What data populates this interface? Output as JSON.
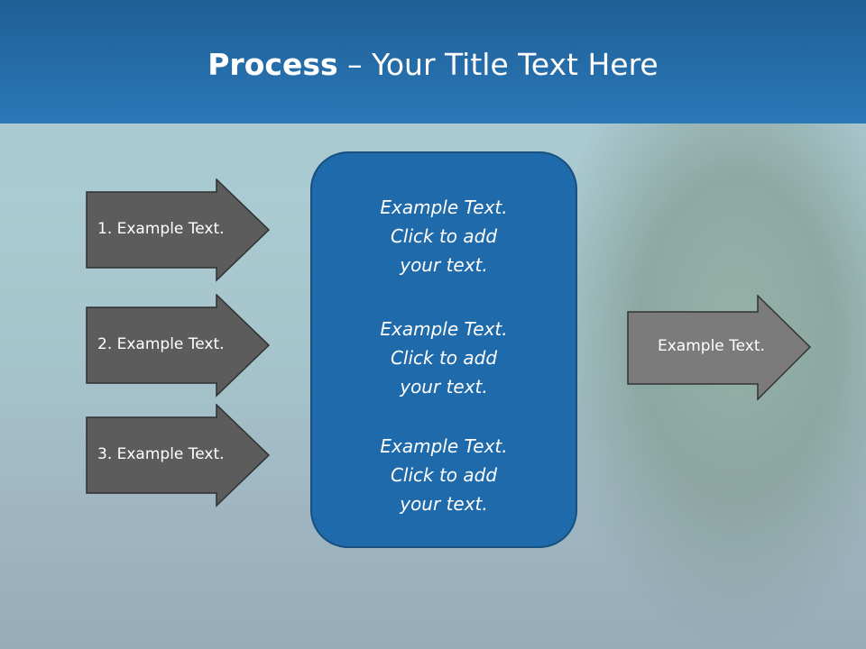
{
  "slide": {
    "title_bold": "Process",
    "title_rest": " – Your Title Text Here"
  },
  "left_arrows": [
    {
      "label": "1. Example Text."
    },
    {
      "label": "2. Example Text."
    },
    {
      "label": "3. Example Text."
    }
  ],
  "center": {
    "blocks": [
      {
        "line1": "Example Text.",
        "line2": "Click  to add",
        "line3": "your text."
      },
      {
        "line1": "Example Text.",
        "line2": "Click  to add",
        "line3": "your text."
      },
      {
        "line1": "Example Text.",
        "line2": "Click  to add",
        "line3": "your text."
      }
    ]
  },
  "right_arrow": {
    "label": "Example Text."
  },
  "colors": {
    "header": "#2a78b8",
    "center_box": "#1f6aab",
    "left_arrow_fill": "#5c5c5c",
    "right_arrow_fill": "#7b7b7b"
  }
}
